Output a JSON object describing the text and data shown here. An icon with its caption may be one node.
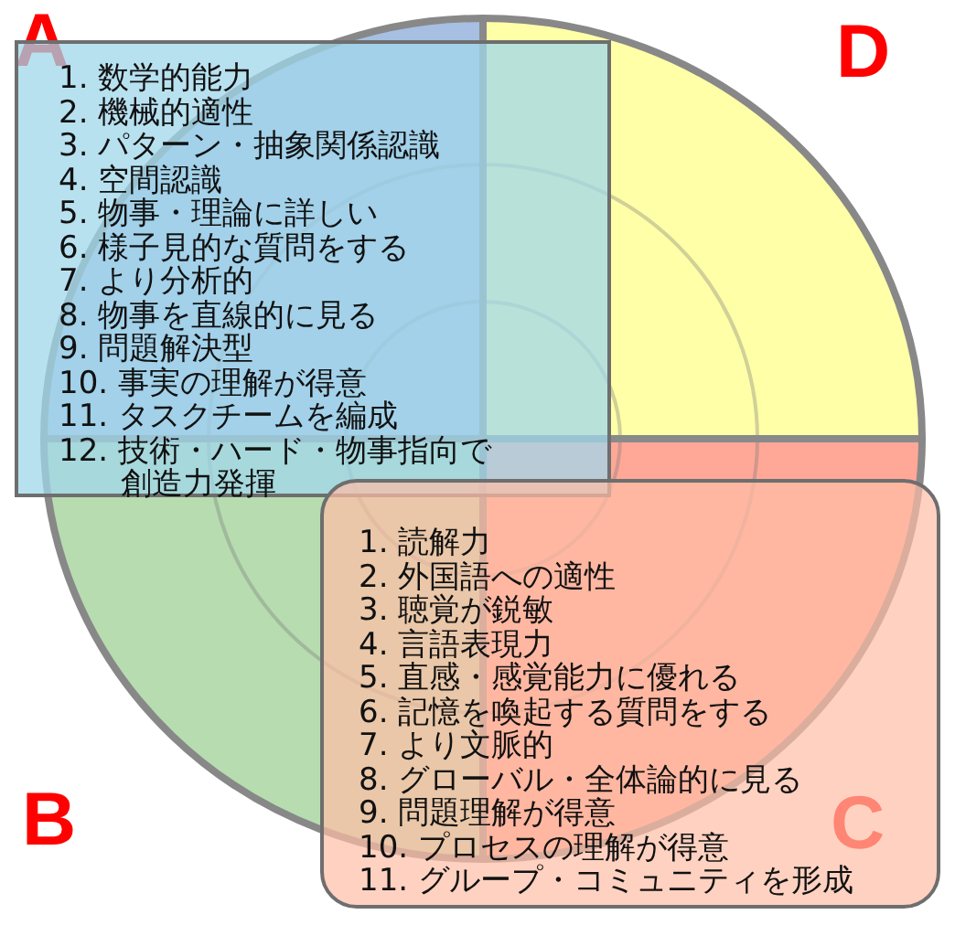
{
  "diagram": {
    "nodes": [
      {
        "text": [
          "1. 数学的能力",
          "2. 機械的適性",
          "3. パターン・抽象関係認識",
          "4. 空間認識",
          "5. 物事・理論に詳しい",
          "6. 様子見的な質問をする",
          "7. より分析的",
          "8. 物事を直線的に見る",
          "9. 問題解決型",
          "10. 事実の理解が得意",
          "11. タスクチームを編成",
          "12. 技術・ハード・物事指向で創造力発揮"
        ]
      },
      {
        "text": [
          "1. 読解力",
          "2. 外国語への適性",
          "3. 聴覚が鋭敏",
          "4. 言語表現力",
          "5. 直感・感覚能力に優れる",
          "6. 記憶を喚起する質問をする",
          "7. より文脈的",
          "8. グローバル・全体論的に見る",
          "9. 問題理解が得意",
          "10. プロセスの理解が得意",
          "11. グループ・コミュニティを形成"
        ]
      }
    ],
    "labels": [
      "A",
      "D",
      "B",
      "C"
    ]
  }
}
